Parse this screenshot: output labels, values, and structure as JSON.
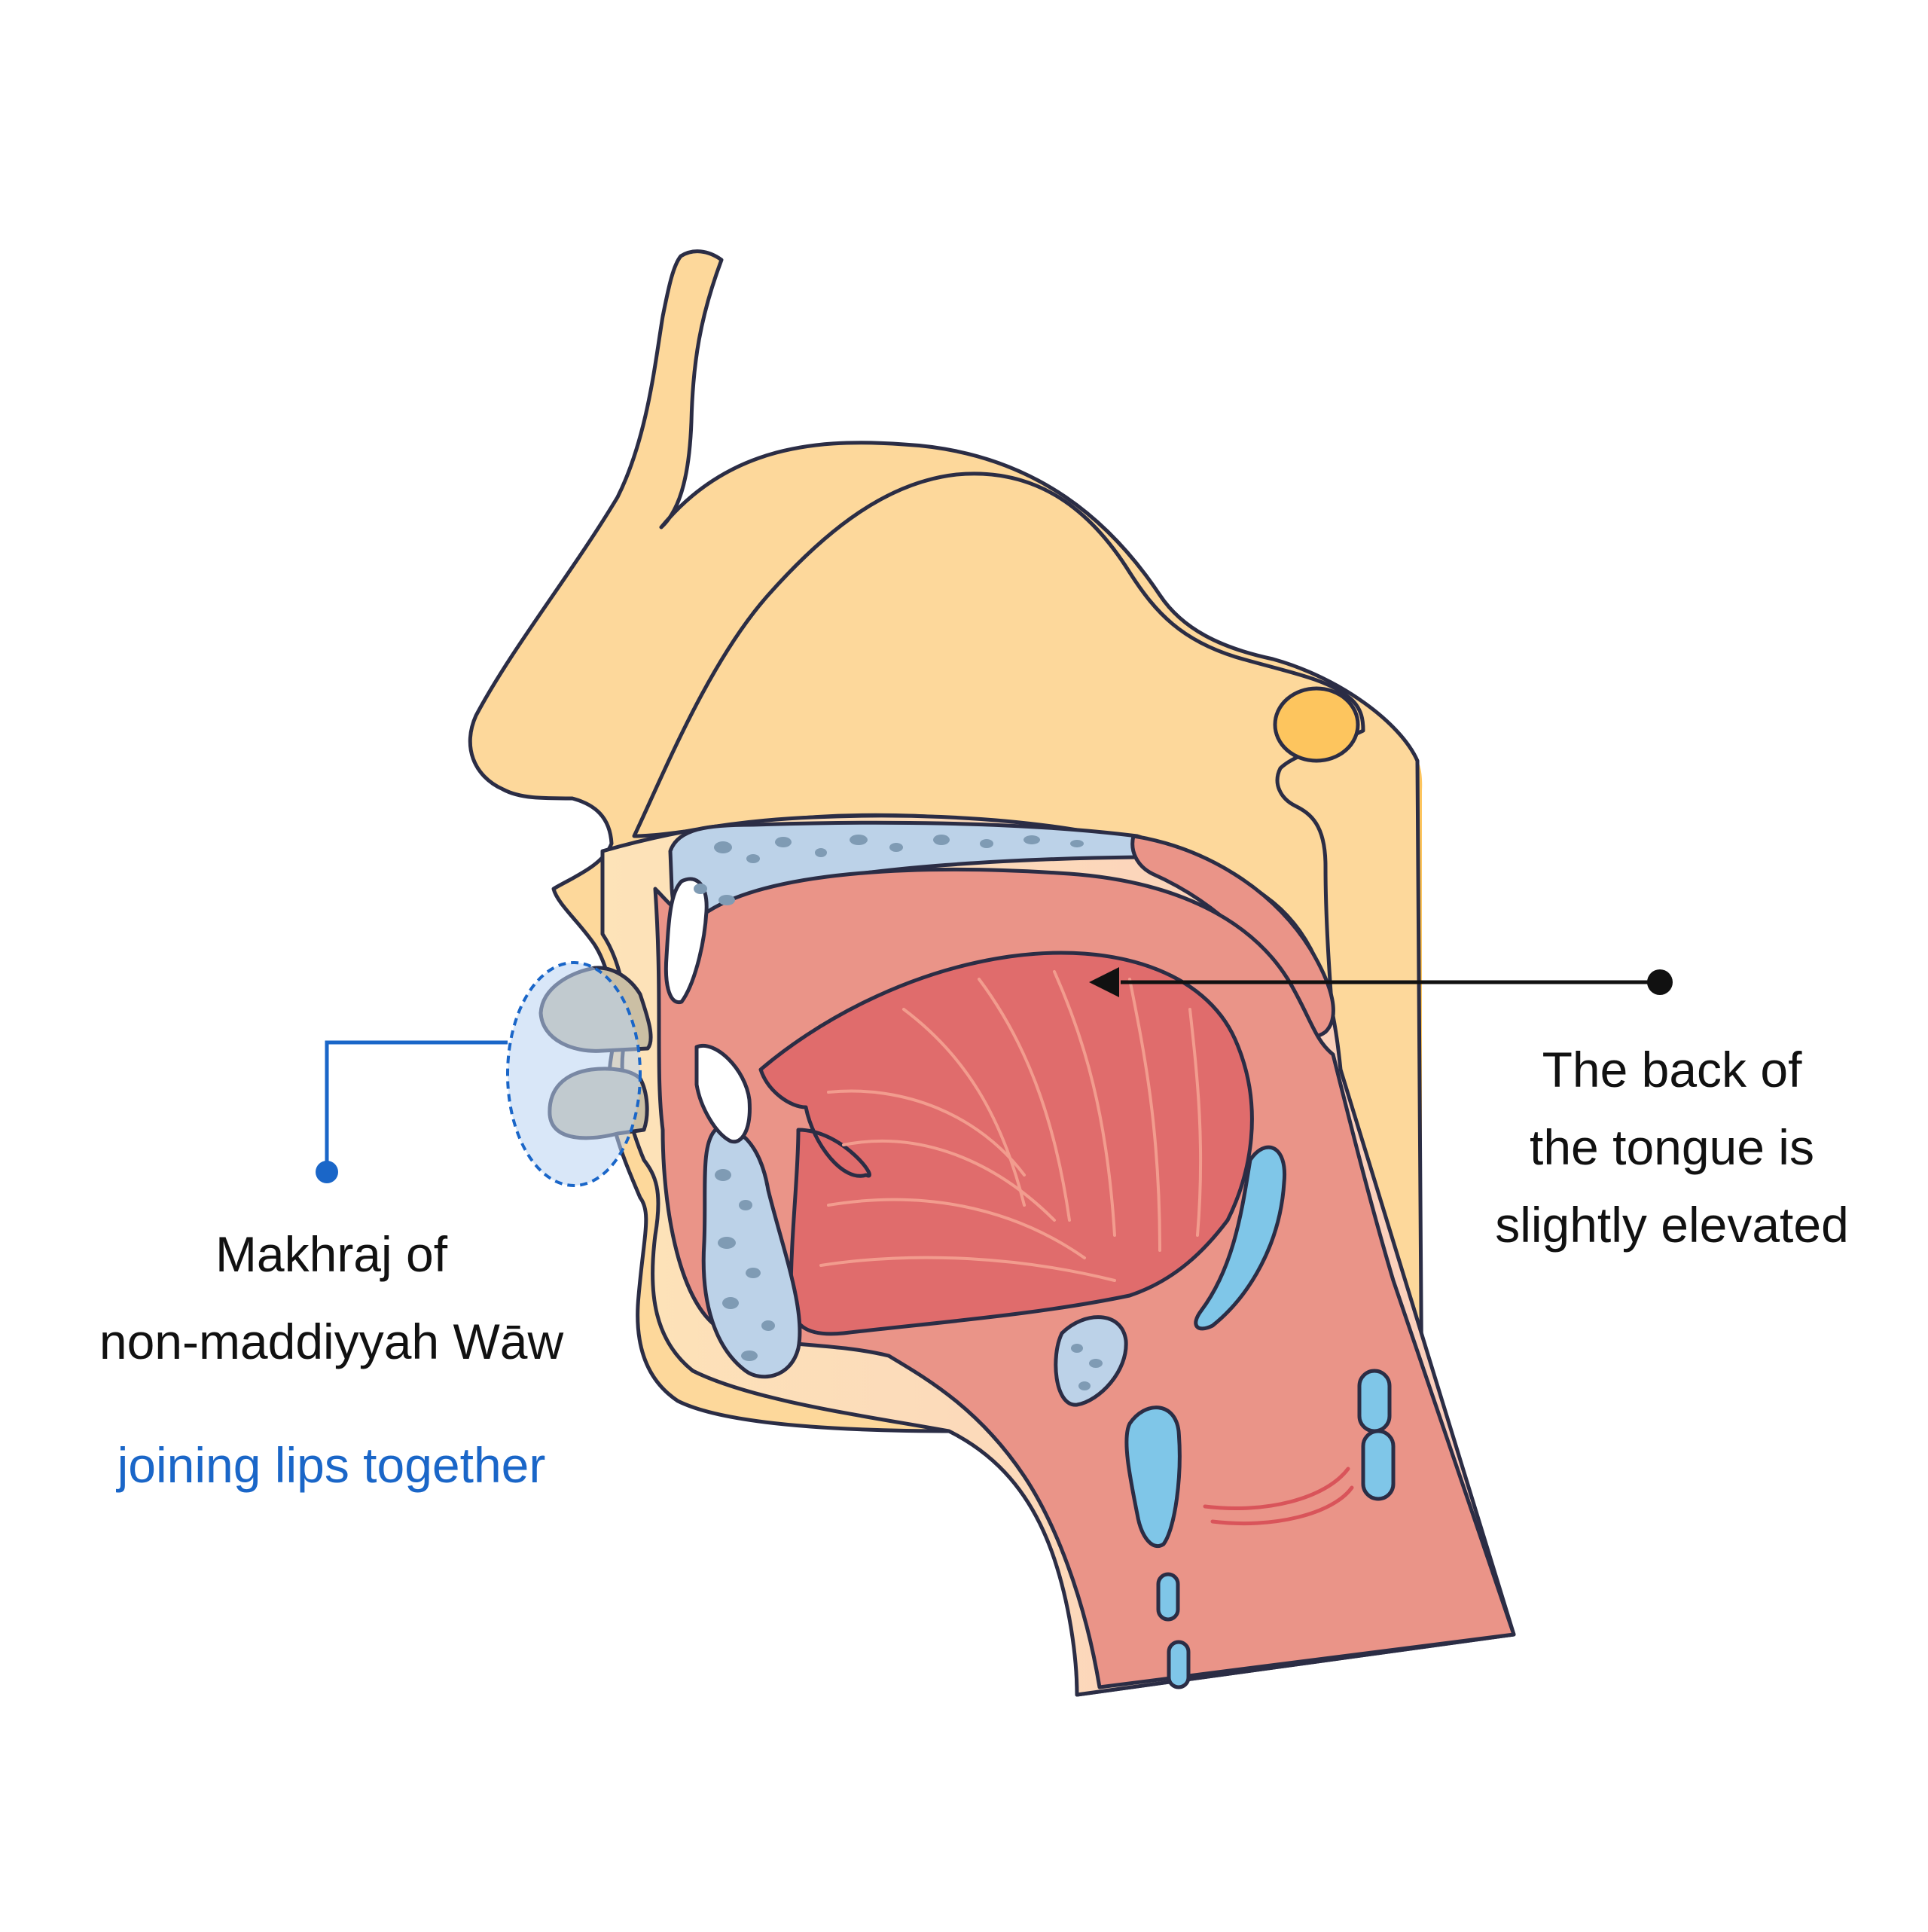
{
  "labels": {
    "makhraj_line1": "Makhraj of",
    "makhraj_line2": "non-maddiyyah Wāw",
    "makhraj_sub": "joining lips together",
    "tongue_line1": "The back of",
    "tongue_line2": "the tongue is",
    "tongue_line3": "slightly elevated"
  },
  "colors": {
    "skin": "#fdd89b",
    "skin_light": "#fde3b8",
    "throat_pink": "#fbd3c2",
    "cavity": "#ea9488",
    "tongue": "#e06c6c",
    "tongue_fibers": "#f29c8e",
    "bone": "#bcd2e8",
    "bone_spots": "#7f9bb4",
    "cartilage": "#7fc6e8",
    "lip_shade": "#cbbfa4",
    "highlight_blue": "#b9d4f2",
    "accent_blue": "#1a66c8",
    "outline": "#2b2d45",
    "spine_orange": "#fdc55e",
    "text": "#111111"
  }
}
